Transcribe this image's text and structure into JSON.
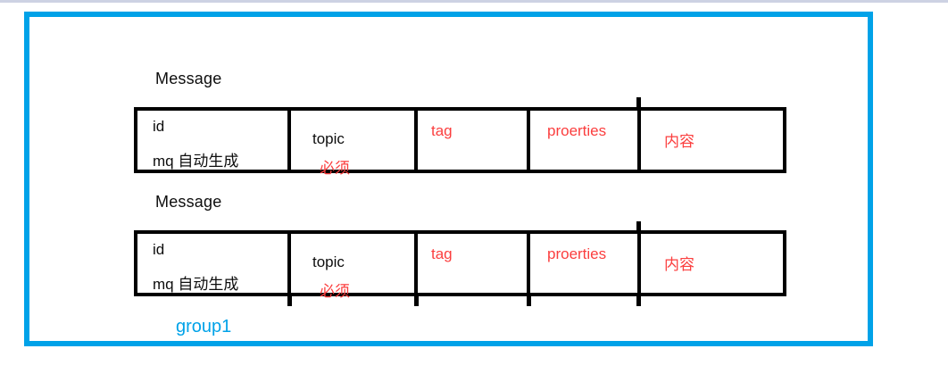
{
  "colors": {
    "accent": "#00a2e8",
    "red": "#fb3e3e",
    "line": "#000000",
    "strip": "#cdd2e3"
  },
  "footer_label": "group1",
  "groups": [
    {
      "label": "Message",
      "cells": [
        {
          "line1": "id",
          "line2": "mq 自动生成"
        },
        {
          "line1": "topic",
          "line2": "必须"
        },
        {
          "line1": "tag"
        },
        {
          "line1": "proerties"
        },
        {
          "line1": "内容"
        }
      ]
    },
    {
      "label": "Message",
      "cells": [
        {
          "line1": "id",
          "line2": "mq 自动生成"
        },
        {
          "line1": "topic",
          "line2": "必须"
        },
        {
          "line1": "tag"
        },
        {
          "line1": "proerties"
        },
        {
          "line1": "内容"
        }
      ]
    }
  ]
}
